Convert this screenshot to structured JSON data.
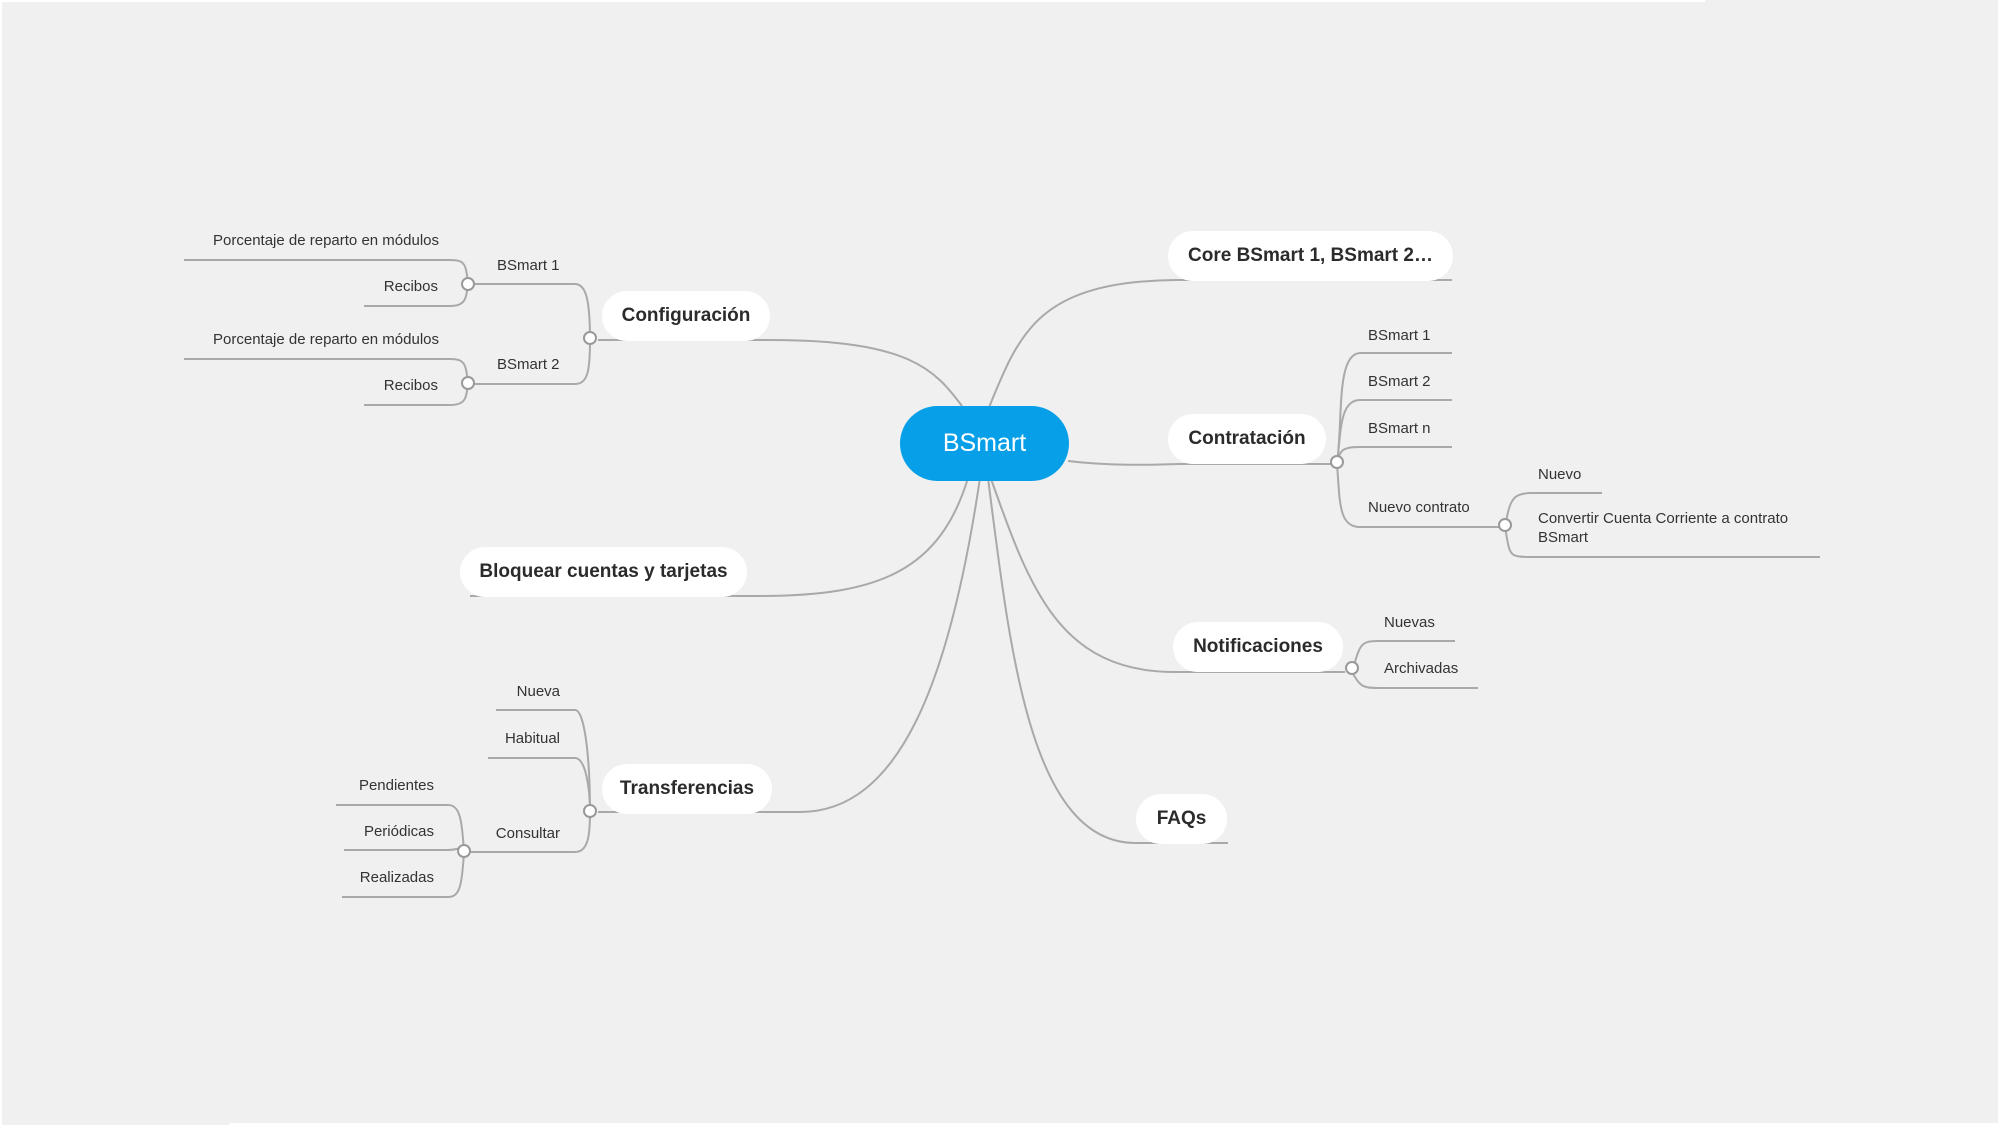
{
  "map": {
    "central_topic": "BSmart",
    "colors": {
      "central": "#079fe8",
      "line": "#a9a9a9",
      "background": "#f0f0f0",
      "node": "#ffffff"
    },
    "right_branches": {
      "core": {
        "label": "Core BSmart 1, BSmart 2…"
      },
      "contratacion": {
        "label": "Contratación",
        "children": [
          "BSmart 1",
          "BSmart 2",
          "BSmart n",
          "Nuevo contrato"
        ],
        "nuevo_contrato_children": [
          "Nuevo",
          "Convertir Cuenta Corriente a contrato BSmart"
        ]
      },
      "notificaciones": {
        "label": "Notificaciones",
        "children": [
          "Nuevas",
          "Archivadas"
        ]
      },
      "faqs": {
        "label": "FAQs"
      }
    },
    "left_branches": {
      "configuracion": {
        "label": "Configuración",
        "children": [
          "BSmart 1",
          "BSmart 2"
        ],
        "bsmart1_children": [
          "Porcentaje de reparto en módulos",
          "Recibos"
        ],
        "bsmart2_children": [
          "Porcentaje de reparto en módulos",
          "Recibos"
        ]
      },
      "bloquear": {
        "label": "Bloquear cuentas y tarjetas"
      },
      "transferencias": {
        "label": "Transferencias",
        "children": [
          "Nueva",
          "Habitual",
          "Consultar"
        ],
        "consultar_children": [
          "Pendientes",
          "Periódicas",
          "Realizadas"
        ]
      }
    }
  }
}
